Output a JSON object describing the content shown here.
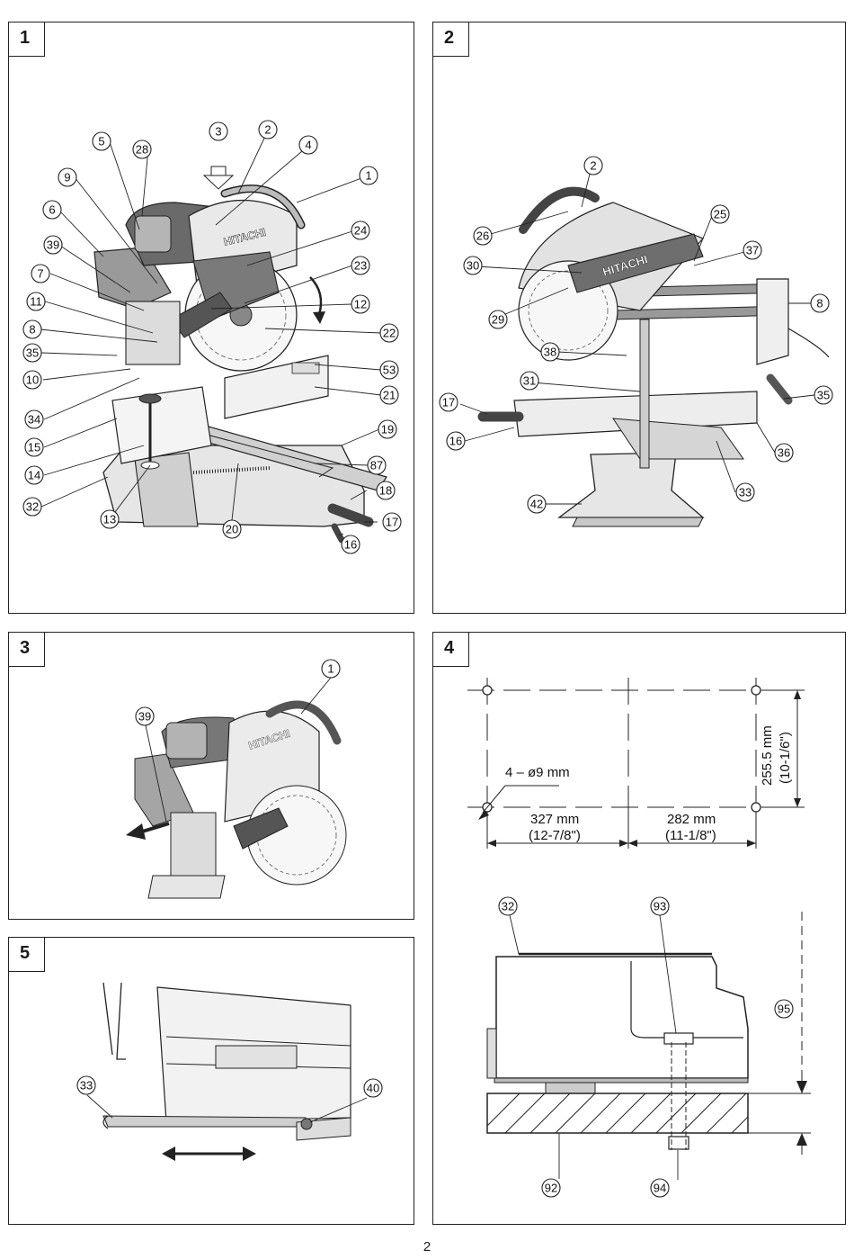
{
  "page": {
    "number": "2"
  },
  "panels": {
    "p1": {
      "label": "1",
      "brand": "HITACHI",
      "callouts": [
        "5",
        "28",
        "9",
        "3",
        "2",
        "4",
        "1",
        "6",
        "39",
        "7",
        "11",
        "8",
        "35",
        "10",
        "34",
        "15",
        "14",
        "32",
        "13",
        "24",
        "23",
        "12",
        "22",
        "53",
        "21",
        "19",
        "87",
        "18",
        "17",
        "20",
        "16"
      ]
    },
    "p2": {
      "label": "2",
      "brand": "HITACHI",
      "callouts": [
        "2",
        "26",
        "25",
        "37",
        "30",
        "29",
        "8",
        "38",
        "31",
        "17",
        "16",
        "42",
        "35",
        "36",
        "33"
      ]
    },
    "p3": {
      "label": "3",
      "brand": "HITACHI",
      "callouts": [
        "1",
        "39"
      ]
    },
    "p4": {
      "label": "4",
      "hole_spec": "4 – ø9 mm",
      "dim_width_left": "327 mm",
      "dim_width_left_in": "(12-7/8\")",
      "dim_width_right": "282 mm",
      "dim_width_right_in": "(11-1/8\")",
      "dim_height": "255.5 mm",
      "dim_height_in": "(10-1/6\")",
      "callouts": [
        "32",
        "93",
        "95",
        "92",
        "94"
      ]
    },
    "p5": {
      "label": "5",
      "callouts": [
        "33",
        "40"
      ]
    }
  }
}
